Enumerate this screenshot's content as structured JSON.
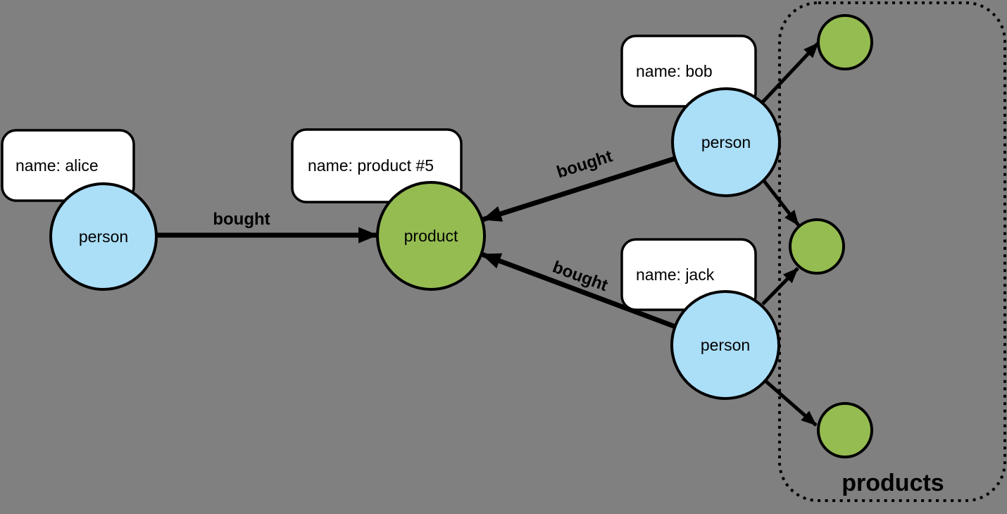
{
  "diagram": {
    "background_color": "#808080",
    "colors": {
      "person_fill": "#ABDEF7",
      "product_fill": "#95BC51",
      "label_box_fill": "#FFFFFF",
      "line_color": "#000000"
    },
    "group": {
      "label": "products"
    },
    "nodes": {
      "alice": {
        "type_label": "person",
        "property": "name: alice"
      },
      "product5": {
        "type_label": "product",
        "property": "name: product #5"
      },
      "bob": {
        "type_label": "person",
        "property": "name: bob"
      },
      "jack": {
        "type_label": "person",
        "property": "name: jack"
      },
      "small_product_1": {
        "type_label": ""
      },
      "small_product_2": {
        "type_label": ""
      },
      "small_product_3": {
        "type_label": ""
      }
    },
    "edges": {
      "alice_to_product5": {
        "label": "bought"
      },
      "bob_to_product5": {
        "label": "bought"
      },
      "jack_to_product5": {
        "label": "bought"
      },
      "bob_to_small_product_1": {
        "label": ""
      },
      "bob_to_small_product_2": {
        "label": ""
      },
      "jack_to_small_product_2": {
        "label": ""
      },
      "jack_to_small_product_3": {
        "label": ""
      }
    }
  }
}
